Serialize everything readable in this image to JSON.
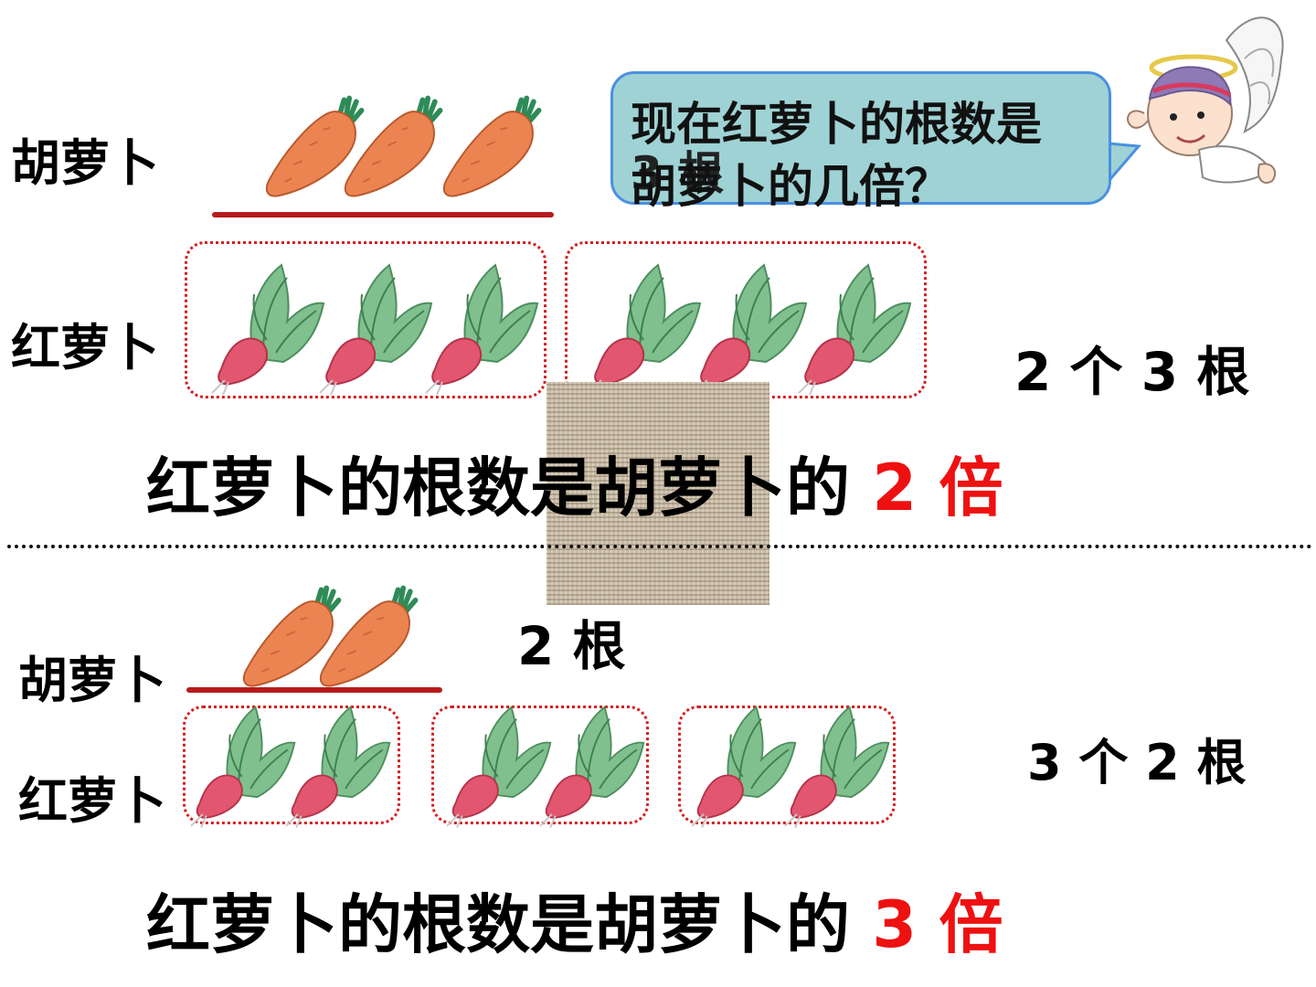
{
  "top": {
    "carrot_label": "胡萝卜",
    "radish_label": "红萝卜",
    "groups_text": "2 个 3 根",
    "conclusion_prefix": "红萝卜的根数是胡萝卜的",
    "conclusion_times": "2 倍"
  },
  "bubble": {
    "line1": "现在红萝卜的根数是",
    "line2": "胡萝卜的几倍？",
    "overlap_text": "3 根"
  },
  "bottom": {
    "carrot_label": "胡萝卜",
    "radish_label": "红萝卜",
    "carrot_count": "2 根",
    "groups_text": "3 个 2 根",
    "conclusion_prefix": "红萝卜的根数是胡萝卜的",
    "conclusion_times": "3 倍"
  },
  "colors": {
    "accent_red": "#ee1111",
    "line_red": "#b71c1c",
    "bubble_fill": "#9fd2d4",
    "bubble_border": "#4a90e2"
  },
  "icons": {
    "carrot": "carrot-icon",
    "radish": "radish-icon",
    "angel": "angel-icon"
  }
}
